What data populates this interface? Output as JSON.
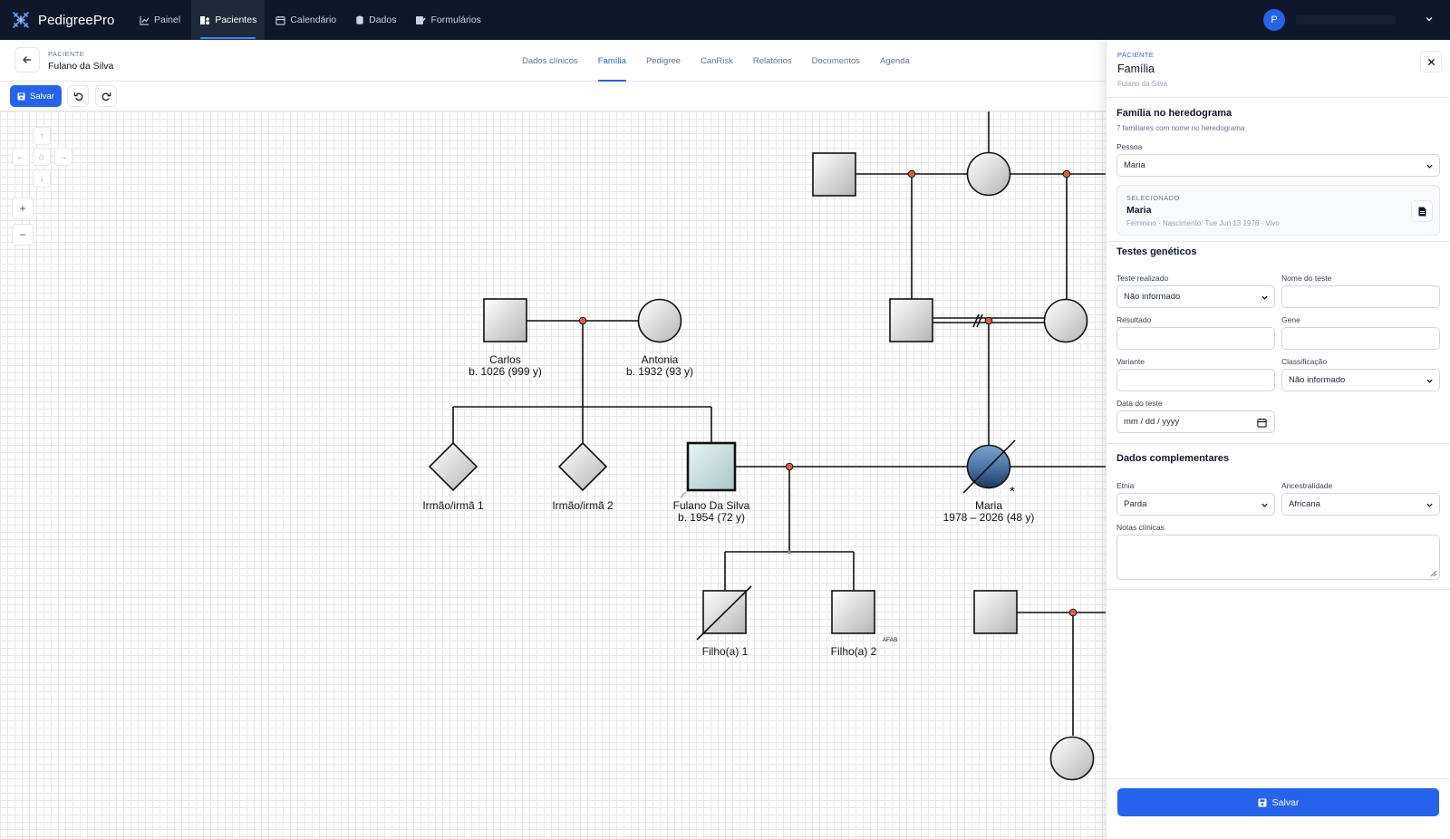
{
  "app": {
    "brand": "PedigreePro",
    "user_initial": "P"
  },
  "nav": {
    "items": [
      {
        "label": "Painel",
        "icon": "chart-line-icon"
      },
      {
        "label": "Pacientes",
        "icon": "users-icon",
        "active": true
      },
      {
        "label": "Calendário",
        "icon": "calendar-icon"
      },
      {
        "label": "Dados",
        "icon": "database-icon"
      },
      {
        "label": "Formulários",
        "icon": "forms-icon"
      }
    ]
  },
  "patient": {
    "label": "PACIENTE",
    "name": "Fulano da Silva"
  },
  "tabs": [
    {
      "label": "Dados clínicos"
    },
    {
      "label": "Família",
      "active": true
    },
    {
      "label": "Pedigree"
    },
    {
      "label": "CanRisk"
    },
    {
      "label": "Relatórios"
    },
    {
      "label": "Documentos"
    },
    {
      "label": "Agenda"
    }
  ],
  "toolbar": {
    "save_label": "Salvar"
  },
  "canvas": {
    "pan_up": "↑",
    "pan_left": "←",
    "pan_home": "⌂",
    "pan_right": "→",
    "pan_down": "↓",
    "zoom_in": "+",
    "zoom_out": "−"
  },
  "pedigree": {
    "carlos": {
      "name": "Carlos",
      "info": "b. 1026 (999 y)",
      "sex": "male"
    },
    "antonia": {
      "name": "Antonia",
      "info": "b. 1932 (93 y)",
      "sex": "female"
    },
    "sibling1": {
      "name": "Irmão/irmã 1",
      "sex": "unknown"
    },
    "sibling2": {
      "name": "Irmão/irmã 2",
      "sex": "unknown"
    },
    "proband": {
      "name": "Fulano Da Silva",
      "info": "b. 1954 (72 y)",
      "sex": "male"
    },
    "maria": {
      "name": "Maria",
      "info": "1978 – 2026 (48 y)",
      "sex": "female",
      "deceased": true,
      "marker": "*"
    },
    "child1": {
      "name": "Filho(a) 1",
      "sex": "male",
      "deceased": true
    },
    "child2": {
      "name": "Filho(a) 2",
      "sex": "male",
      "tag": "AFAB"
    }
  },
  "panel": {
    "eyebrow": "PACIENTE",
    "title": "Família",
    "subtitle": "Fulano da Silva",
    "family": {
      "title": "Família no heredograma",
      "subtitle": "7 familiares com nome no heredograma",
      "person_label": "Pessoa",
      "person_value": "Maria"
    },
    "selected": {
      "label": "SELECIONADO",
      "name": "Maria",
      "meta": "Feminino · Nascimento: Tue Jun 13 1978 · Vivo"
    },
    "genetics": {
      "title": "Testes genéticos",
      "test_done_label": "Teste realizado",
      "test_done_value": "Não informado",
      "test_name_label": "Nome do teste",
      "result_label": "Resultado",
      "gene_label": "Gene",
      "variant_label": "Variante",
      "classification_label": "Classificação",
      "classification_value": "Não informado",
      "date_label": "Data do teste",
      "date_placeholder": "mm / dd / yyyy"
    },
    "complementary": {
      "title": "Dados complementares",
      "ethnicity_label": "Etnia",
      "ethnicity_value": "Parda",
      "ancestry_label": "Ancestralidade",
      "ancestry_value": "Africana",
      "notes_label": "Notas clínicas"
    },
    "save_label": "Salvar"
  }
}
